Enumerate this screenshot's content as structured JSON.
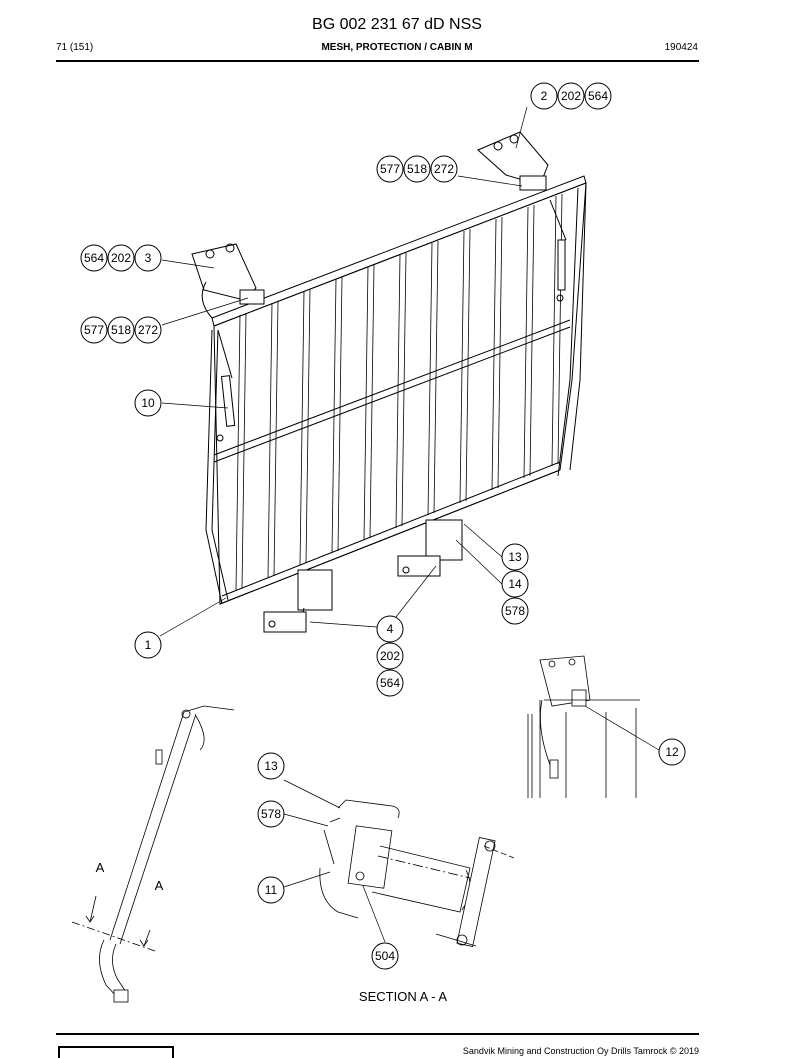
{
  "header": {
    "title": "BG 002 231 67 dD NSS",
    "page": "71 (151)",
    "subtitle": "MESH, PROTECTION / CABIN M",
    "date": "190424"
  },
  "callouts": {
    "top_right": [
      "2",
      "202",
      "564"
    ],
    "top_mid": [
      "577",
      "518",
      "272"
    ],
    "left_upper": [
      "564",
      "202",
      "3"
    ],
    "left_mid": [
      "577",
      "518",
      "272"
    ],
    "c10": "10",
    "c1": "1",
    "c13": "13",
    "c14": "14",
    "c578": "578",
    "c4": "4",
    "c202": "202",
    "c564": "564",
    "c12": "12",
    "s13": "13",
    "s578": "578",
    "s11": "11",
    "s504": "504"
  },
  "labels": {
    "a1": "A",
    "a2": "A",
    "section": "SECTION A - A"
  },
  "footer": {
    "copyright": "Sandvik Mining and Construction Oy Drills Tamrock © 2019"
  }
}
